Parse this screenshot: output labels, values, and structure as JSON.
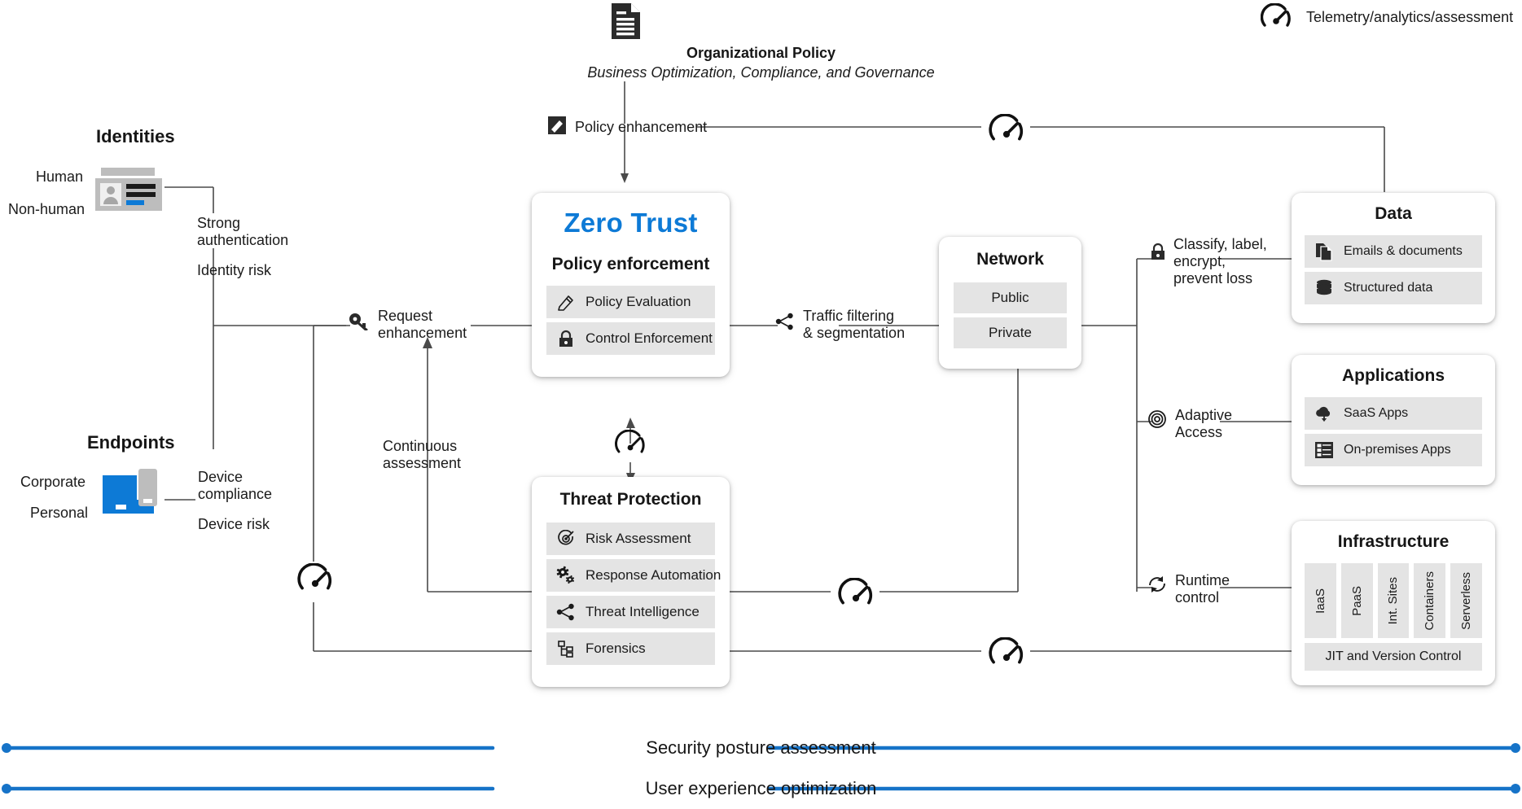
{
  "legend": {
    "icon": "telemetry-gauge-icon",
    "text": "Telemetry/analytics/assessment"
  },
  "org_policy": {
    "icon": "document-icon",
    "title": "Organizational Policy",
    "subtitle": "Business Optimization, Compliance, and Governance",
    "enhancement_icon": "policy-edit-icon",
    "enhancement_label": "Policy enhancement"
  },
  "identities": {
    "heading": "Identities",
    "types": [
      "Human",
      "Non-human"
    ],
    "icon": "identity-card-icon",
    "signals": [
      "Strong\nauthentication",
      "Identity risk"
    ]
  },
  "endpoints": {
    "heading": "Endpoints",
    "types": [
      "Corporate",
      "Personal"
    ],
    "icon": "laptop-phone-icon",
    "signals": [
      "Device\ncompliance",
      "Device risk"
    ]
  },
  "zero_trust": {
    "brand": "Zero Trust",
    "subtitle": "Policy enforcement",
    "rows": [
      {
        "icon": "pencil-icon",
        "label": "Policy Evaluation"
      },
      {
        "icon": "lock-icon",
        "label": "Control Enforcement"
      }
    ]
  },
  "threat_protection": {
    "title": "Threat Protection",
    "rows": [
      {
        "icon": "target-icon",
        "label": "Risk Assessment"
      },
      {
        "icon": "gears-icon",
        "label": "Response Automation"
      },
      {
        "icon": "share-nodes-icon",
        "label": "Threat Intelligence"
      },
      {
        "icon": "forensics-tree-icon",
        "label": "Forensics"
      }
    ]
  },
  "network": {
    "title": "Network",
    "rows": [
      "Public",
      "Private"
    ]
  },
  "data": {
    "title": "Data",
    "rows": [
      {
        "icon": "documents-icon",
        "label": "Emails & documents"
      },
      {
        "icon": "database-icon",
        "label": "Structured data"
      }
    ]
  },
  "applications": {
    "title": "Applications",
    "rows": [
      {
        "icon": "cloud-download-icon",
        "label": "SaaS Apps"
      },
      {
        "icon": "server-rack-icon",
        "label": "On-premises Apps"
      }
    ]
  },
  "infrastructure": {
    "title": "Infrastructure",
    "columns": [
      "IaaS",
      "PaaS",
      "Int. Sites",
      "Containers",
      "Serverless"
    ],
    "footer": "JIT and Version Control"
  },
  "connectors": {
    "request_enhancement": {
      "icon": "key-icon",
      "label": "Request\nenhancement"
    },
    "continuous_assessment": {
      "label": "Continuous\nassessment"
    },
    "traffic_filtering": {
      "icon": "share-nodes-icon",
      "label": "Traffic filtering\n& segmentation"
    },
    "classify": {
      "icon": "lock-icon",
      "label": "Classify, label,\nencrypt,\nprevent loss"
    },
    "adaptive_access": {
      "icon": "fingerprint-icon",
      "label": "Adaptive\nAccess"
    },
    "runtime_control": {
      "icon": "refresh-icon",
      "label": "Runtime\ncontrol"
    }
  },
  "bottom_bars": [
    {
      "label": "Security posture assessment"
    },
    {
      "label": "User experience optimization"
    }
  ],
  "colors": {
    "brand_blue": "#0d7ad6",
    "bar_blue": "#1673c8",
    "row_gray": "#e4e4e4",
    "line_gray": "#4a4a4a",
    "text_dark": "#1b1b1b"
  }
}
